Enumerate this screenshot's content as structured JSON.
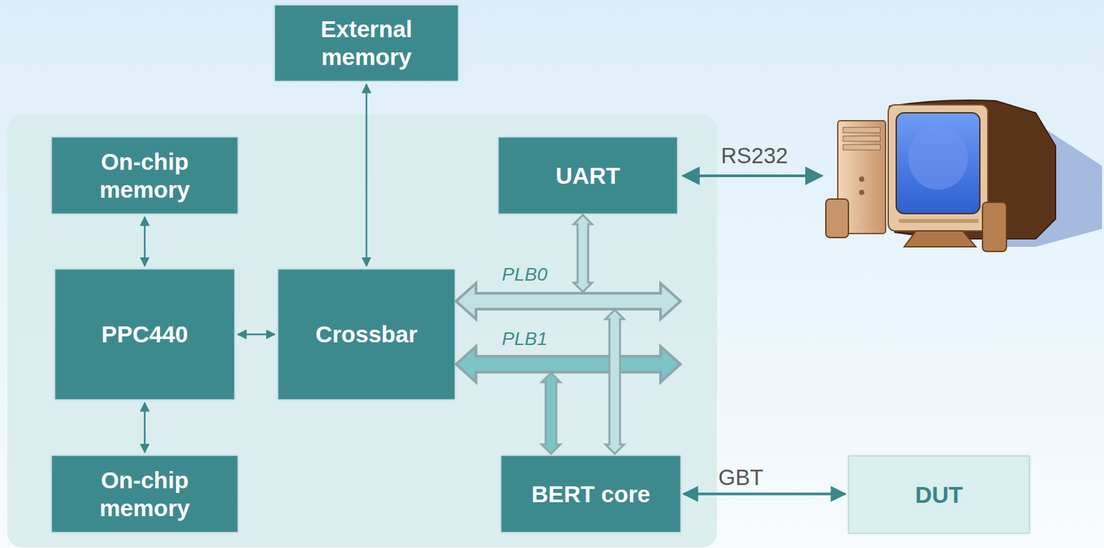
{
  "diagram": {
    "nodes": [
      {
        "text": [
          "External memory"
        ]
      },
      {
        "text": [
          "On-chip memory"
        ]
      },
      {
        "text": [
          "UART"
        ]
      },
      {
        "text": [
          "PPC440"
        ]
      },
      {
        "text": [
          "Crossbar"
        ]
      },
      {
        "text": [
          "On-chip memory"
        ]
      },
      {
        "text": [
          "BERT core"
        ]
      },
      {
        "text": [
          "DUT"
        ]
      }
    ],
    "edges": [
      {
        "from": 0,
        "to": 4,
        "arrow": "both"
      },
      {
        "from": 1,
        "to": 3,
        "arrow": "both"
      },
      {
        "from": 3,
        "to": 4,
        "arrow": "both"
      },
      {
        "from": 3,
        "to": 5,
        "arrow": "both"
      },
      {
        "from": 6,
        "to": 7,
        "label": "GBT",
        "arrow": "both"
      }
    ],
    "labels": [
      "PLB0",
      "PLB1",
      "RS232"
    ]
  }
}
